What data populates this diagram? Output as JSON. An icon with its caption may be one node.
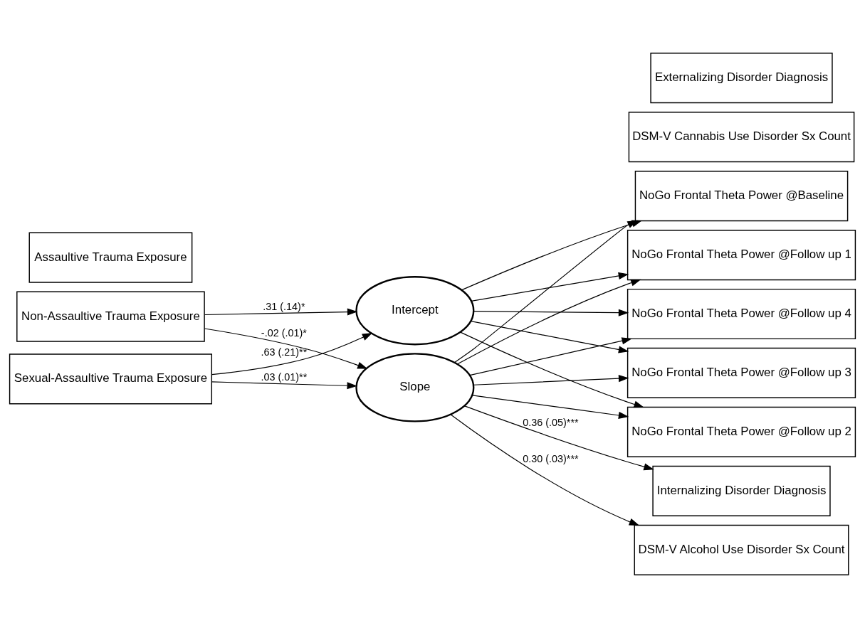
{
  "diagram": {
    "nodes": [
      {
        "text": [
          "Non-Assaultive Trauma Exposure"
        ]
      },
      {
        "text": [
          "Assaultive Trauma Exposure"
        ]
      },
      {
        "text": [
          "Sexual-Assaultive Trauma Exposure"
        ]
      },
      {
        "text": [
          "Intercept"
        ]
      },
      {
        "text": [
          "Slope"
        ]
      },
      {
        "text": [
          "NoGo Frontal Theta Power @Baseline"
        ]
      },
      {
        "text": [
          "NoGo Frontal Theta Power @Follow up 1"
        ]
      },
      {
        "text": [
          "NoGo Frontal Theta Power @Follow up 2"
        ]
      },
      {
        "text": [
          "NoGo Frontal Theta Power @Follow up 3"
        ]
      },
      {
        "text": [
          "NoGo Frontal Theta Power @Follow up 4"
        ]
      },
      {
        "text": [
          "DSM-V Alcohol Use Disorder Sx Count"
        ]
      },
      {
        "text": [
          "DSM-V Cannabis Use Disorder Sx Count"
        ]
      },
      {
        "text": [
          "Internalizing Disorder Diagnosis"
        ]
      },
      {
        "text": [
          "Externalizing Disorder Diagnosis"
        ]
      }
    ],
    "edges": [
      {
        "from": 0,
        "to": 3,
        "arrow": "to",
        "label": ".31 (.14)*"
      },
      {
        "from": 0,
        "to": 4,
        "arrow": "to",
        "label": "-.02 (.01)*"
      },
      {
        "from": 2,
        "to": 3,
        "arrow": "to",
        "label": ".63 (.21)**"
      },
      {
        "from": 2,
        "to": 4,
        "arrow": "to",
        "label": ".03 (.01)**"
      },
      {
        "from": 3,
        "to": 5,
        "arrow": "to"
      },
      {
        "from": 3,
        "to": 6,
        "arrow": "to"
      },
      {
        "from": 3,
        "to": 7,
        "arrow": "to"
      },
      {
        "from": 3,
        "to": 8,
        "arrow": "to"
      },
      {
        "from": 3,
        "to": 9,
        "arrow": "to"
      },
      {
        "from": 4,
        "to": 5,
        "arrow": "to"
      },
      {
        "from": 4,
        "to": 6,
        "arrow": "to"
      },
      {
        "from": 4,
        "to": 7,
        "arrow": "to"
      },
      {
        "from": 4,
        "to": 8,
        "arrow": "to"
      },
      {
        "from": 4,
        "to": 9,
        "arrow": "to"
      },
      {
        "from": 4,
        "to": 10,
        "arrow": "to",
        "label": "0.30 (.03)***"
      },
      {
        "from": 4,
        "to": 12,
        "arrow": "to",
        "label": "0.36 (.05)***"
      }
    ]
  }
}
